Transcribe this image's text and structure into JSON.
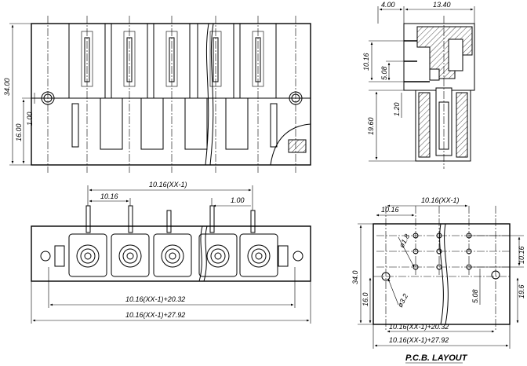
{
  "front_view": {
    "dim_overall_height": "34.00",
    "dim_height_16": "16.00",
    "dim_1": "1.00"
  },
  "side_view": {
    "dim_width_left": "4.00",
    "dim_width_right": "13.40",
    "dim_10_16": "10.16",
    "dim_5_08": "5.08",
    "dim_1_20": "1.20",
    "dim_19_60": "19.60"
  },
  "bottom_view": {
    "dim_pitch_total": "10.16(XX-1)",
    "dim_pitch": "10.16",
    "dim_pin_1": "1.00",
    "dim_mid_length": "10.16(XX-1)+20.32",
    "dim_overall_length": "10.16(XX-1)+27.92"
  },
  "pcb_layout": {
    "title": "P.C.B. LAYOUT",
    "dim_pitch": "10.16",
    "dim_pitch_total": "10.16(XX-1)",
    "dim_hole_small": "ø1.8",
    "dim_hole_large": "ø3.2",
    "dim_height_34": "34.0",
    "dim_height_16": "16.0",
    "dim_row_spacing": "10.16",
    "dim_5_08": "5.08",
    "dim_19_6": "19.6",
    "dim_mid_length": "10.16(XX-1)+20.32",
    "dim_overall_length": "10.16(XX-1)+27.92"
  }
}
